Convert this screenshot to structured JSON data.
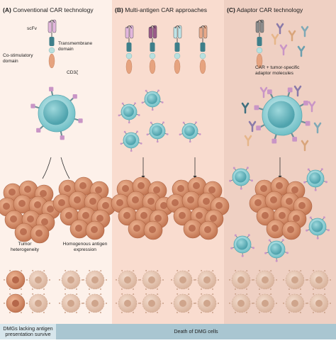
{
  "panels": [
    {
      "letter": "(A)",
      "title": "Conventional CAR technology"
    },
    {
      "letter": "(B)",
      "title": "Multi-antigen CAR approaches"
    },
    {
      "letter": "(C)",
      "title": "Adaptor CAR technology"
    }
  ],
  "car_labels": {
    "scfv": "scFv",
    "transmembrane": "Transmembrane domain",
    "costim": "Co-stimulatory domain",
    "cd3z": "CD3ζ"
  },
  "adaptor_label": "CAR + tumor-specific adaptor molecules",
  "tumor_labels": {
    "heterogeneity": "Tumor heterogeneity",
    "homogenous": "Homogenous antigen expression"
  },
  "footer": {
    "left": "DMGs lacking antigen presentation survive",
    "right": "Death of DMG cells"
  },
  "colors": {
    "panel_a_bg": "#fdf1ea",
    "panel_b_bg": "#f9dccf",
    "panel_c_bg": "#efd0c3",
    "footer_left": "#d7e6ec",
    "footer_right": "#a9c6d1",
    "tcell": "#7fc9cf",
    "tumor": "#d9906c",
    "dead_cell": "#e6c3ae"
  }
}
